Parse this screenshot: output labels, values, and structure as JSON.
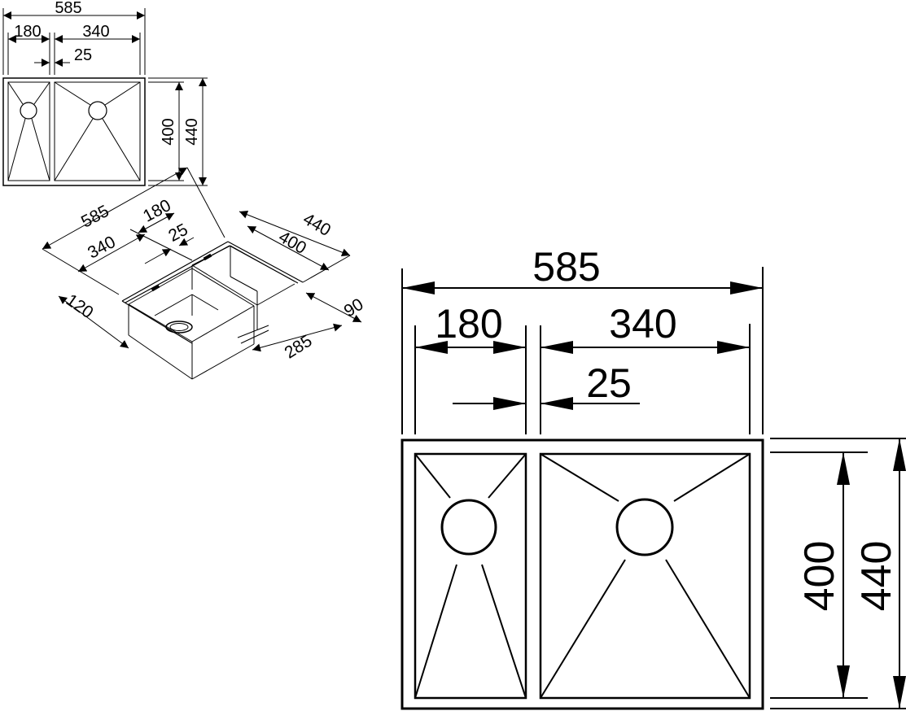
{
  "dims": {
    "total_width": "585",
    "small_bowl": "180",
    "large_bowl": "340",
    "divider": "25",
    "bowl_depth": "400",
    "total_depth": "440",
    "height_front": "120",
    "height_side": "90",
    "drain_offset": "285"
  },
  "colors": {
    "line": "#000000",
    "background": "#ffffff"
  }
}
